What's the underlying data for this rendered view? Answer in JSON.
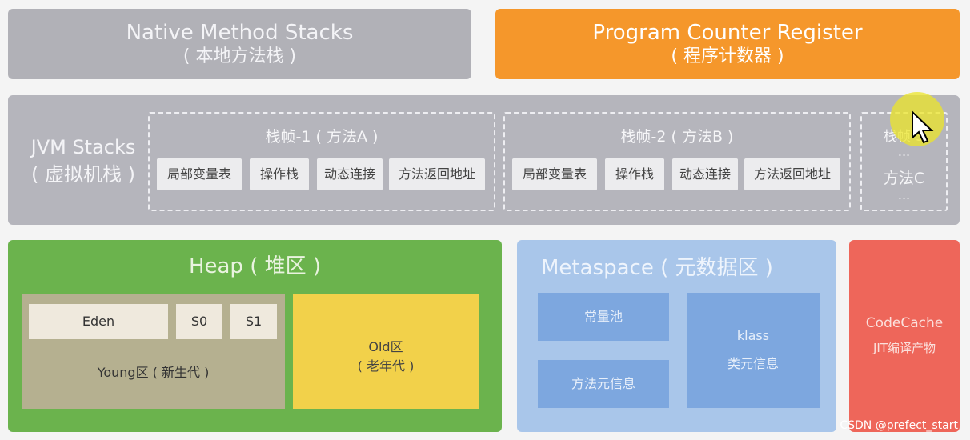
{
  "native": {
    "en": "Native Method Stacks",
    "zh": "( 本地方法栈 )"
  },
  "pcr": {
    "en": "Program Counter Register",
    "zh": "( 程序计数器 )"
  },
  "jvm": {
    "en": "JVM Stacks",
    "zh": "( 虚拟机栈 )",
    "frame1": {
      "title": "栈帧-1 ( 方法A )",
      "cells": [
        "局部变量表",
        "操作栈",
        "动态连接",
        "方法返回地址"
      ]
    },
    "frame2": {
      "title": "栈帧-2 ( 方法B )",
      "cells": [
        "局部变量表",
        "操作栈",
        "动态连接",
        "方法返回地址"
      ]
    },
    "frame3": {
      "title": "栈帧-3",
      "dots1": "...",
      "method": "方法C",
      "dots2": "..."
    }
  },
  "heap": {
    "title": "Heap ( 堆区 )",
    "eden": "Eden",
    "s0": "S0",
    "s1": "S1",
    "young": "Young区 ( 新生代 )",
    "old_en": "Old区",
    "old_zh": "( 老年代 )"
  },
  "meta": {
    "title": "Metaspace ( 元数据区 )",
    "pool": "常量池",
    "method_meta": "方法元信息",
    "klass": "klass",
    "klass_zh": "类元信息"
  },
  "codecache": {
    "title": "CodeCache",
    "sub": "JIT编译产物"
  },
  "watermark": "CSDN @prefect_start",
  "colors": {
    "native": "#b1b1b7",
    "pcr": "#f5972b",
    "jvm": "#b5b5bc",
    "heap": "#6bb34d",
    "old": "#f2d14a",
    "meta": "#a9c6ea",
    "codecache": "#ee665a"
  }
}
